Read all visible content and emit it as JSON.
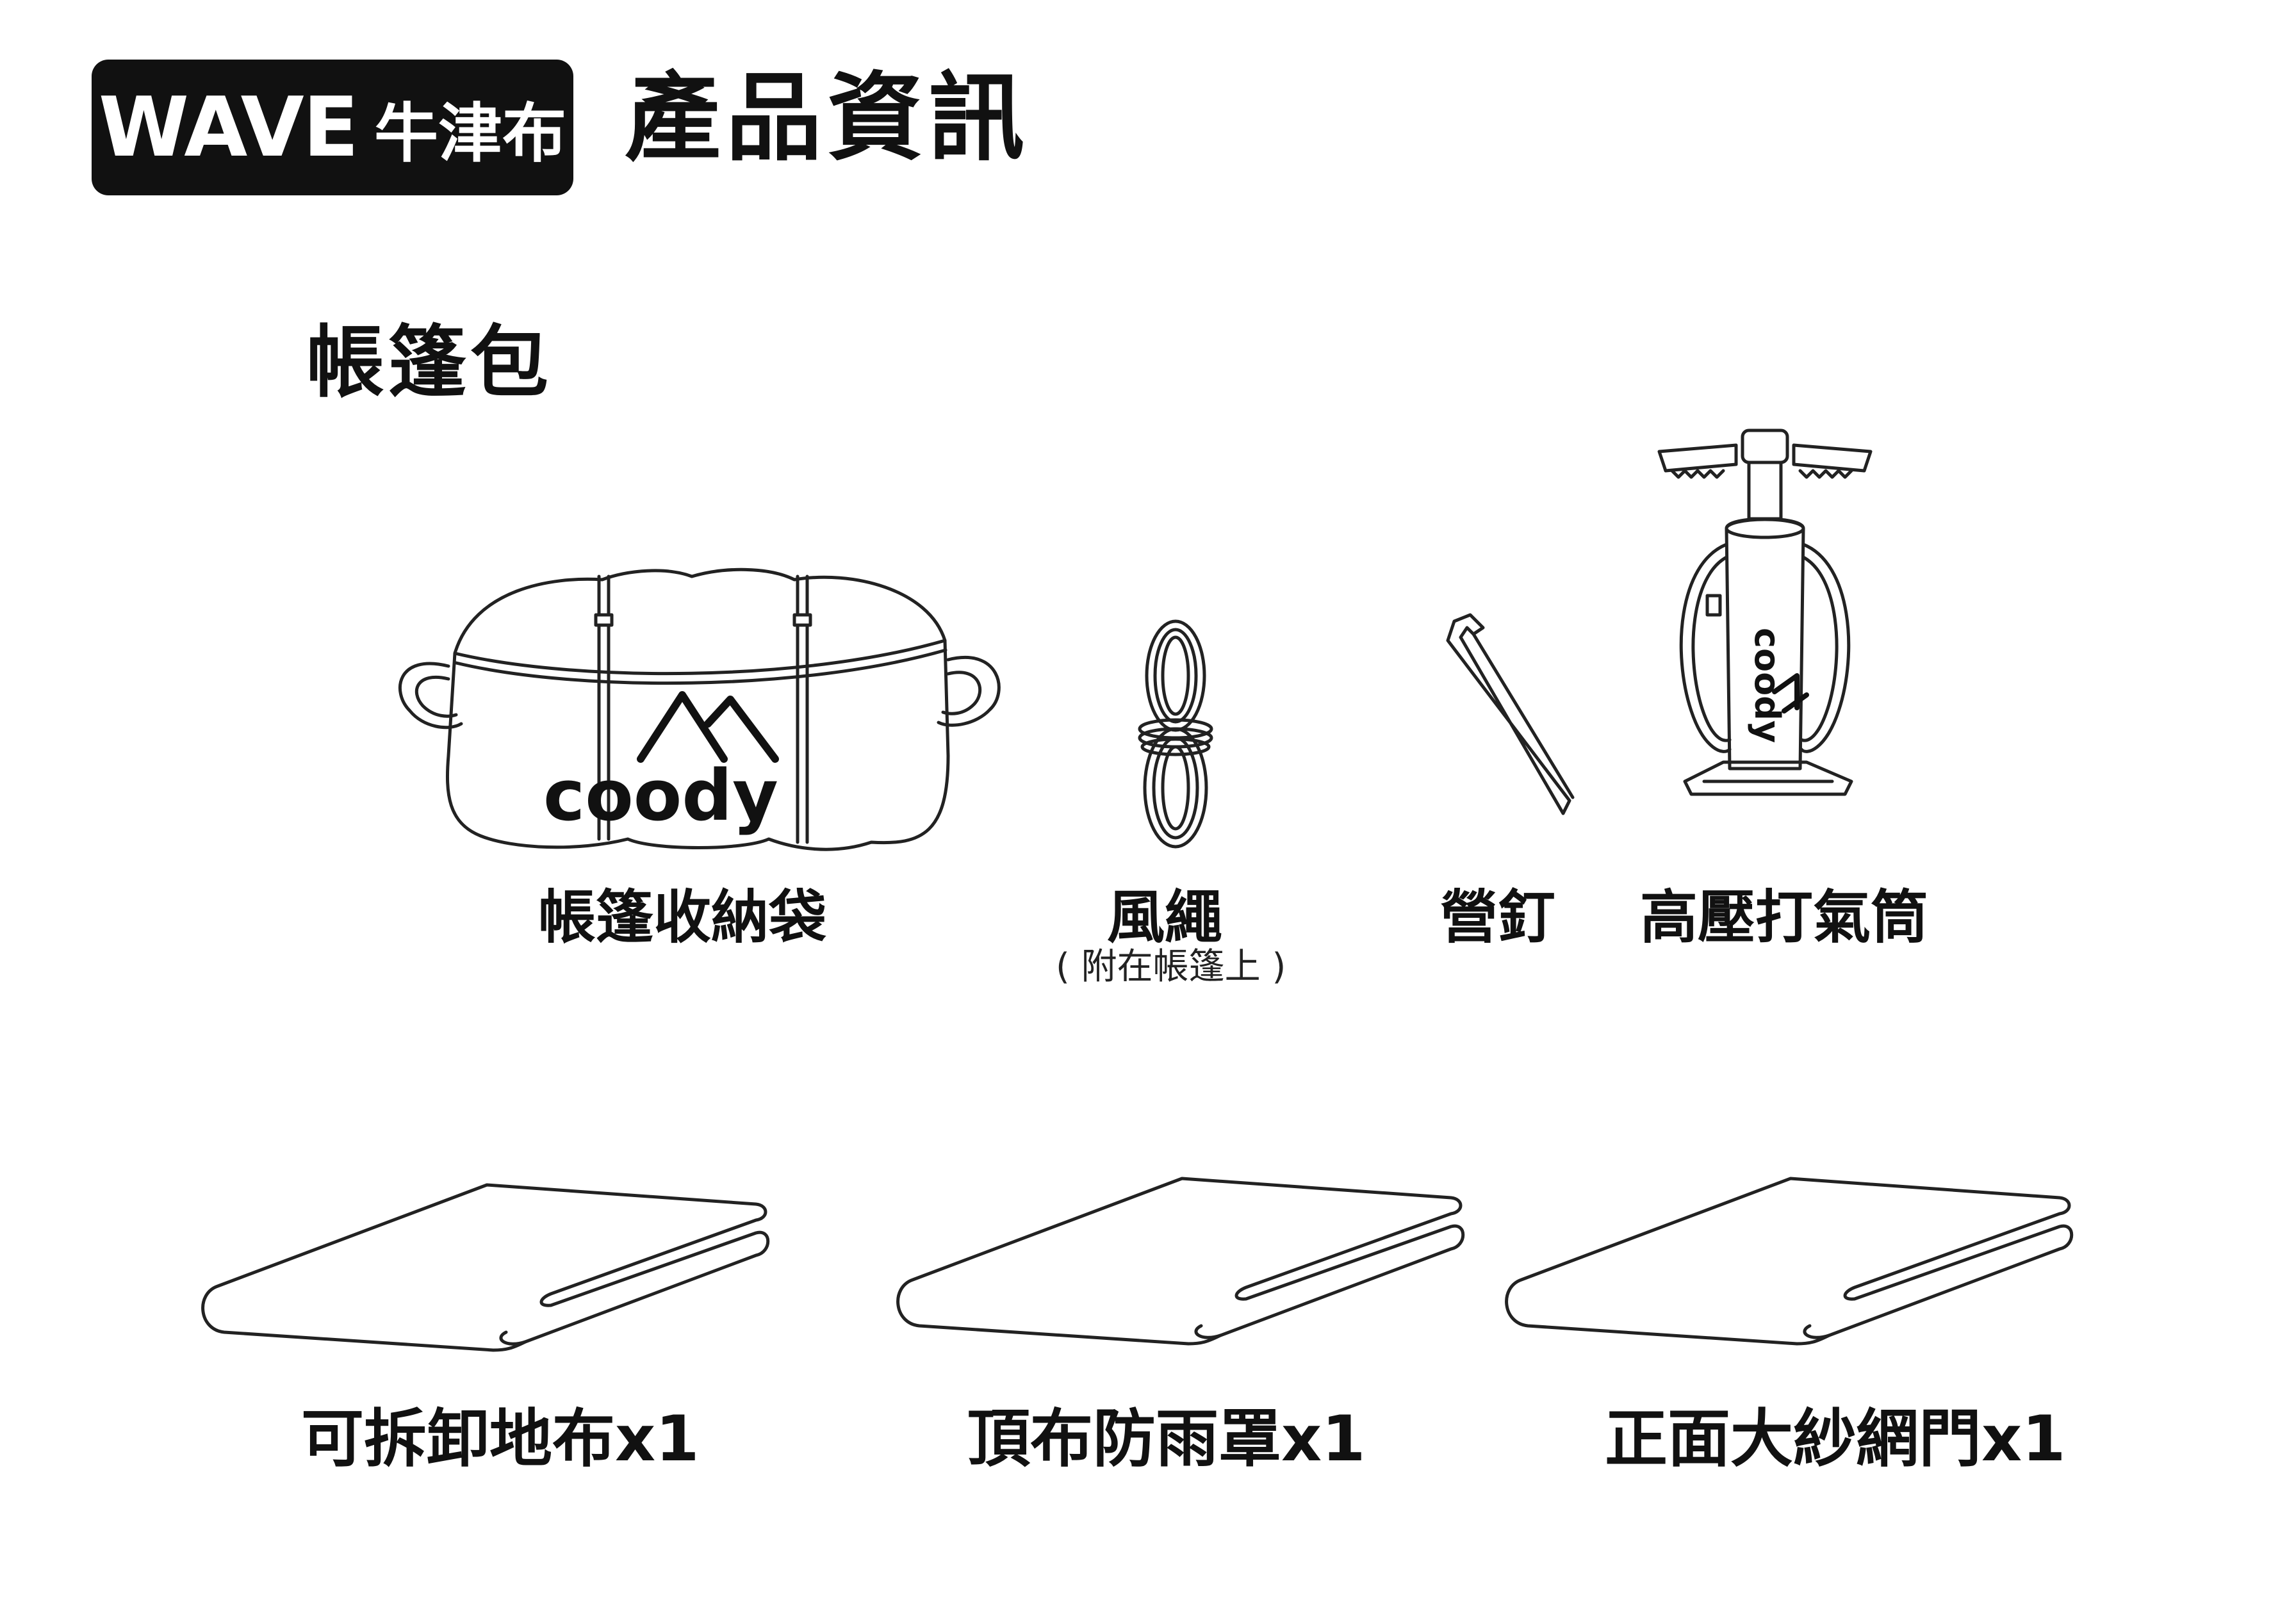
{
  "header": {
    "badge_brand": "WAVE",
    "badge_fabric": "牛津布",
    "title": "產品資訊"
  },
  "section": {
    "title": "帳篷包"
  },
  "items_top": [
    {
      "label": "帳篷收納袋",
      "icon": "storage-bag-icon",
      "logo_text": "coody"
    },
    {
      "label": "風繩",
      "note": "( 附在帳篷上 )",
      "icon": "wind-rope-icon"
    },
    {
      "label": "營釘",
      "icon": "tent-stake-icon"
    },
    {
      "label": "高壓打氣筒",
      "icon": "air-pump-icon",
      "logo_text": "coody"
    }
  ],
  "items_bottom": [
    {
      "label": "可拆卸地布x1",
      "icon": "folded-groundsheet-icon"
    },
    {
      "label": "頂布防雨罩x1",
      "icon": "folded-rainfly-icon"
    },
    {
      "label": "正面大紗網門x1",
      "icon": "folded-mesh-door-icon"
    }
  ]
}
